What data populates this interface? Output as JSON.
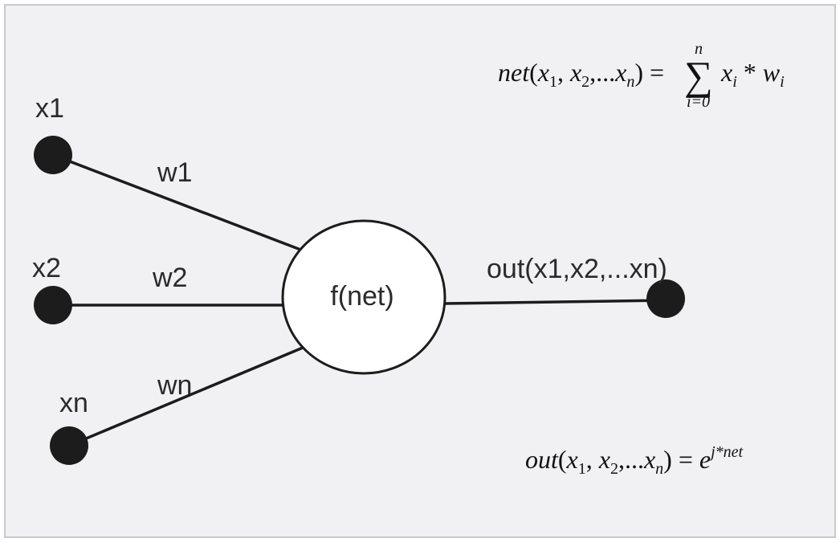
{
  "colors": {
    "background": "#f1f1f3",
    "border": "#c9c9cc",
    "node": "#1c1c1c",
    "edge": "#1c1c1c",
    "neuron_fill": "#ffffff"
  },
  "inputs": [
    {
      "name": "x1",
      "weight": "w1"
    },
    {
      "name": "x2",
      "weight": "w2"
    },
    {
      "name": "xn",
      "weight": "wn"
    }
  ],
  "neuron": {
    "label": "f(net)"
  },
  "output": {
    "label": "out(x1,x2,...xn)"
  },
  "formula_net": {
    "lhs_func": "net",
    "var": "x",
    "sub1": "1",
    "sub2": "2",
    "subn": "n",
    "equals": "=",
    "sum_upper": "n",
    "sum_lower": "i=0",
    "term_var1": "x",
    "term_sub1": "i",
    "times": "*",
    "term_var2": "w",
    "term_sub2": "i"
  },
  "formula_out": {
    "lhs_func": "out",
    "var": "x",
    "sub1": "1",
    "sub2": "2",
    "subn": "n",
    "equals": "=",
    "base": "e",
    "exponent": "j*net"
  }
}
